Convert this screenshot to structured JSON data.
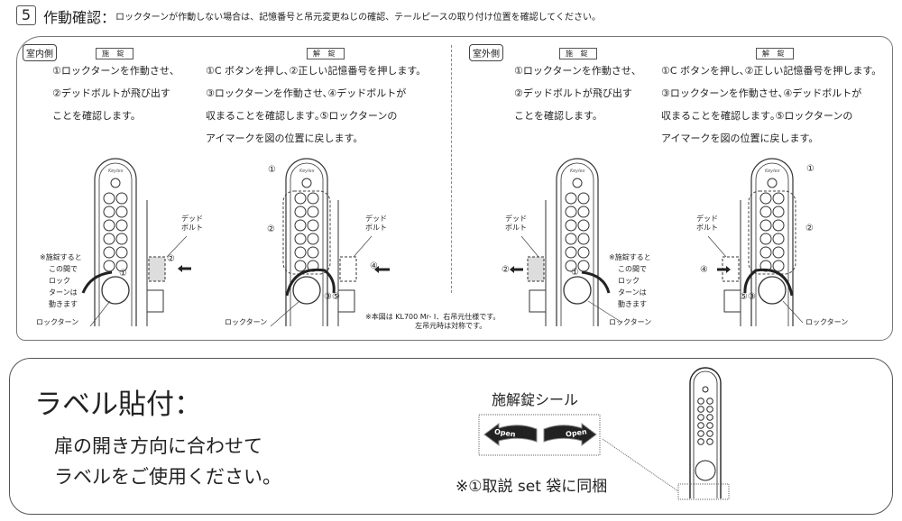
{
  "step": {
    "number": "5",
    "title": "作動確認：",
    "description": "ロックターンが作動しない場合は、記憶番号と吊元変更ねじの確認、テールピースの取り付け位置を確認してください。"
  },
  "indoor": {
    "tag": "室内側",
    "lock": {
      "label": "施 錠",
      "lines": [
        "①ロックターンを作動させ、",
        "②デッドボルトが飛び出す",
        "ことを確認します。"
      ]
    },
    "unlock": {
      "label": "解 錠",
      "lines": [
        "①C ボタンを押し､②正しい記憶番号を押します。",
        "③ロックターンを作動させ､④デッドボルトが",
        "収まることを確認します｡⑤ロックターンの",
        "アイマークを図の位置に戻します。"
      ]
    }
  },
  "outdoor": {
    "tag": "室外側",
    "lock": {
      "label": "施 錠",
      "lines": [
        "①ロックターンを作動させ、",
        "②デッドボルトが飛び出す",
        "ことを確認します。"
      ]
    },
    "unlock": {
      "label": "解 錠",
      "lines": [
        "①C ボタンを押し､②正しい記憶番号を押します。",
        "③ロックターンを作動させ､④デッドボルトが",
        "収まることを確認します｡⑤ロックターンの",
        "アイマークを図の位置に戻します。"
      ]
    }
  },
  "figures": {
    "deadbolt": [
      "デッド",
      "ボルト"
    ],
    "lock_turn": "ロックターン",
    "turn_note": [
      "※施錠すると",
      "この間で",
      "ロック",
      "ターンは",
      "動きます"
    ],
    "brand": "Keylex",
    "marks": {
      "m1": "①",
      "m2": "②",
      "m4": "④",
      "m35": "③⑤",
      "m53": "⑤③"
    },
    "model_note": [
      "※本図は KL700 Mr- Ⅰ．右吊元仕様です。",
      "左吊元時は対称です。"
    ]
  },
  "label": {
    "title": "ラベル貼付：",
    "lines": [
      "扉の開き方向に合わせて",
      "ラベルをご使用ください。"
    ],
    "sticker_title": "施解錠シール",
    "sticker_text": "Open",
    "bundle_note": "※①取説 set 袋に同梱"
  }
}
